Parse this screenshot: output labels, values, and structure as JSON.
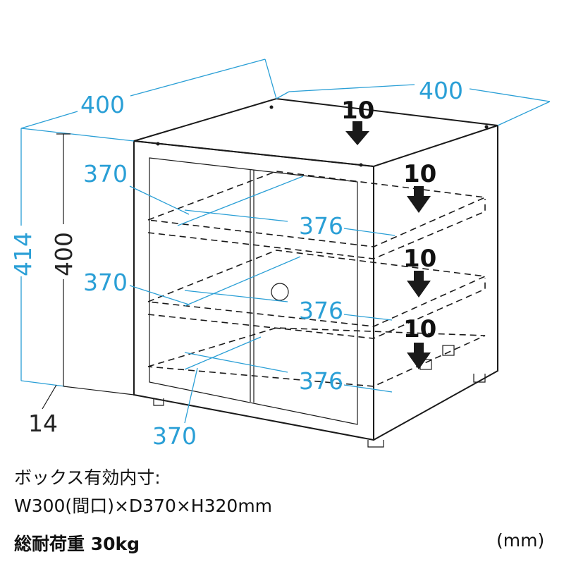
{
  "dimensions": {
    "width": "400",
    "depth": "400",
    "height_total": "414",
    "height_body": "400",
    "foot_height": "14",
    "shelf_depth_labels": [
      "370",
      "370",
      "370"
    ],
    "shelf_width_labels": [
      "376",
      "376",
      "376"
    ]
  },
  "load_labels": [
    "10",
    "10",
    "10",
    "10"
  ],
  "notes": {
    "box_inner_line1": "ボックス有効内寸:",
    "box_inner_line2": "W300(間口)×D370×H320mm",
    "total_load": "総耐荷重 30kg",
    "unit": "(mm)"
  },
  "icons": [
    "down-arrow-icon"
  ]
}
